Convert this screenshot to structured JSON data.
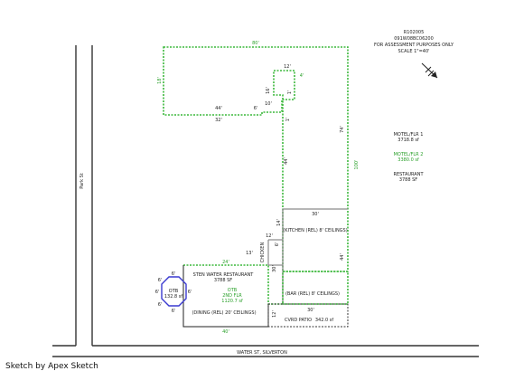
{
  "header": {
    "line1": "R102005",
    "line2": "091W08BC06200",
    "line3": "FOR ASSESSMENT PURPOSES ONLY",
    "line4": "SCALE 1\"=40'"
  },
  "legend": {
    "motel1_name": "MOTEL/FLR 1",
    "motel1_area": "3718.8 sf",
    "motel2_name": "MOTEL/FLR 2",
    "motel2_area": "3380.0 sf",
    "restaurant_name": "RESTAURANT",
    "restaurant_area": "3788 SF"
  },
  "streets": {
    "side": "Park St",
    "bottom": "WATER ST, SILVERTON"
  },
  "labels": {
    "kitchen": "(KITCHEN (REL) 8' CEILINGS)",
    "bar": "(BAR (REL) 8' CEILINGS)",
    "dining": "(DINING (REL) 20' CEILINGS)",
    "restaurant_title": "STEN WATER RESTAURANT",
    "restaurant_sf": "3788 SF",
    "otb_label": "OTB",
    "otb_area": "132.8 sf",
    "flr2_name": "OTB",
    "flr2_label": "2ND FLR",
    "flr2_area": "1120.7 sf",
    "patio": "CVRD PATIO",
    "patio_area": "342.0 sf",
    "chicken": "CHICKEN"
  },
  "dims": {
    "top": "80'",
    "left_top": "18'",
    "notch_w": "12'",
    "notch_r": "4'",
    "notch_h": "16'",
    "notch_step": "10'",
    "notch_small": "6'",
    "notch_one": "1'",
    "inner_left": "44'",
    "inner_bottom": "32'",
    "east_upper": "74'",
    "east_right": "100'",
    "west_mid": "44'",
    "kitchen_w": "30'",
    "kitchen_h": "14'",
    "bar_h": "44'",
    "chicken_w": "12'",
    "chicken_h": "6'",
    "step_l": "13'",
    "rest_top": "24'",
    "rest_h": "30'",
    "patio_w": "30'",
    "patio_h": "12'",
    "bottom_w": "40'",
    "oct_a": "6'",
    "oct_b": "6'",
    "oct_c": "6'",
    "oct_d": "6'",
    "oct_e": "6'",
    "oct_f": "6'"
  },
  "footer": {
    "credit": "Sketch by Apex Sketch"
  }
}
